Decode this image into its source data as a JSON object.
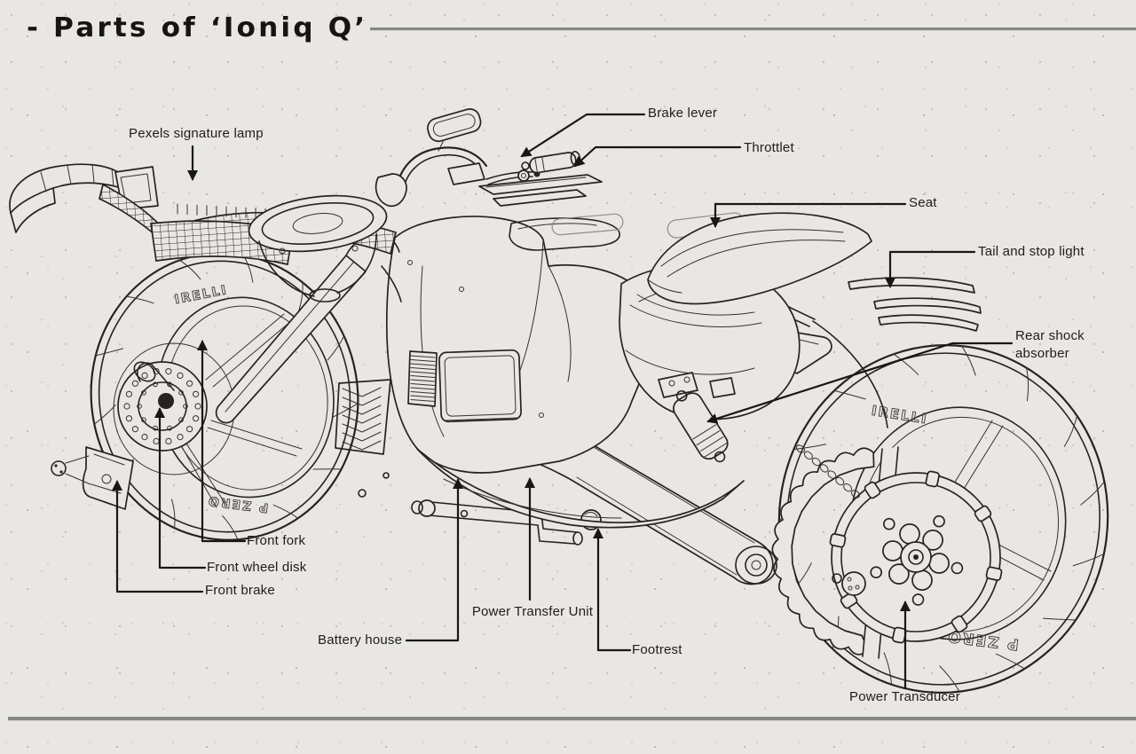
{
  "page": {
    "title": "- Parts of ‘Ioniq Q’"
  },
  "diagram": {
    "subject": "Ioniq Q motorcycle exploded parts diagram",
    "labels": [
      {
        "id": "pexels-signature-lamp",
        "text": "Pexels signature lamp"
      },
      {
        "id": "brake-lever",
        "text": "Brake lever"
      },
      {
        "id": "throttlet",
        "text": "Throttlet"
      },
      {
        "id": "seat",
        "text": "Seat"
      },
      {
        "id": "tail-and-stop-light",
        "text": "Tail and stop light"
      },
      {
        "id": "rear-shock-absorber",
        "text": "Rear shock absorber"
      },
      {
        "id": "front-fork",
        "text": "Front fork"
      },
      {
        "id": "front-wheel-disk",
        "text": "Front wheel disk"
      },
      {
        "id": "front-brake",
        "text": "Front brake"
      },
      {
        "id": "power-transfer-unit",
        "text": "Power Transfer Unit"
      },
      {
        "id": "battery-house",
        "text": "Battery house"
      },
      {
        "id": "footrest",
        "text": "Footrest"
      },
      {
        "id": "power-transducer",
        "text": "Power Transducer"
      }
    ],
    "tire_branding": {
      "front_top": "IRELLI",
      "front_bottom": "P ZERO",
      "rear_top": "IRELLI",
      "rear_bottom": "P ZERO"
    }
  },
  "colors": {
    "paper": "#e9e7e3",
    "ink": "#26241f",
    "rule": "#868686",
    "label": "#1f1d19"
  }
}
